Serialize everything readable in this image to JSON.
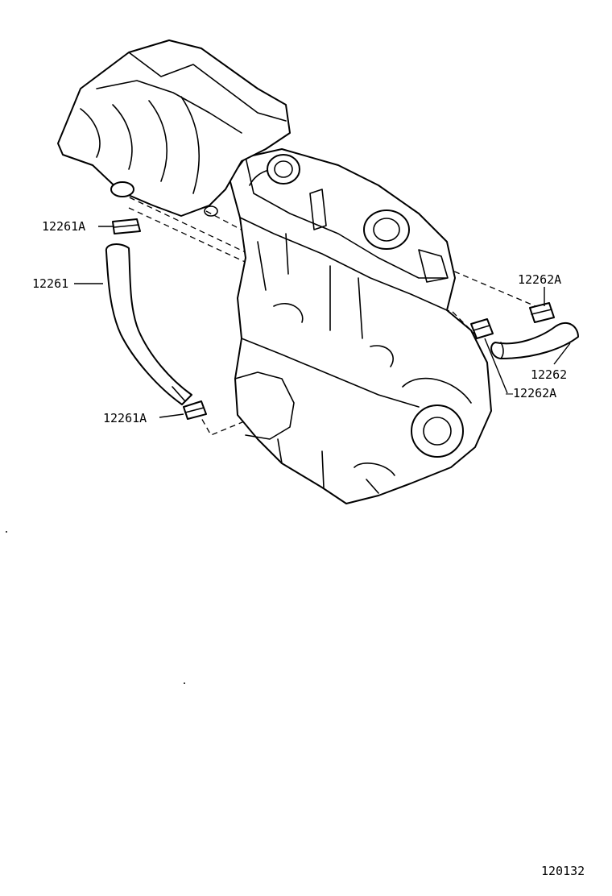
{
  "callouts": {
    "clamp_top_left": "12261A",
    "hose_left": "12261",
    "clamp_bottom_left": "12261A",
    "clamp_top_right": "12262A",
    "hose_right": "12262",
    "clamp_bottom_right": "12262A"
  },
  "diagram_id": "120132"
}
